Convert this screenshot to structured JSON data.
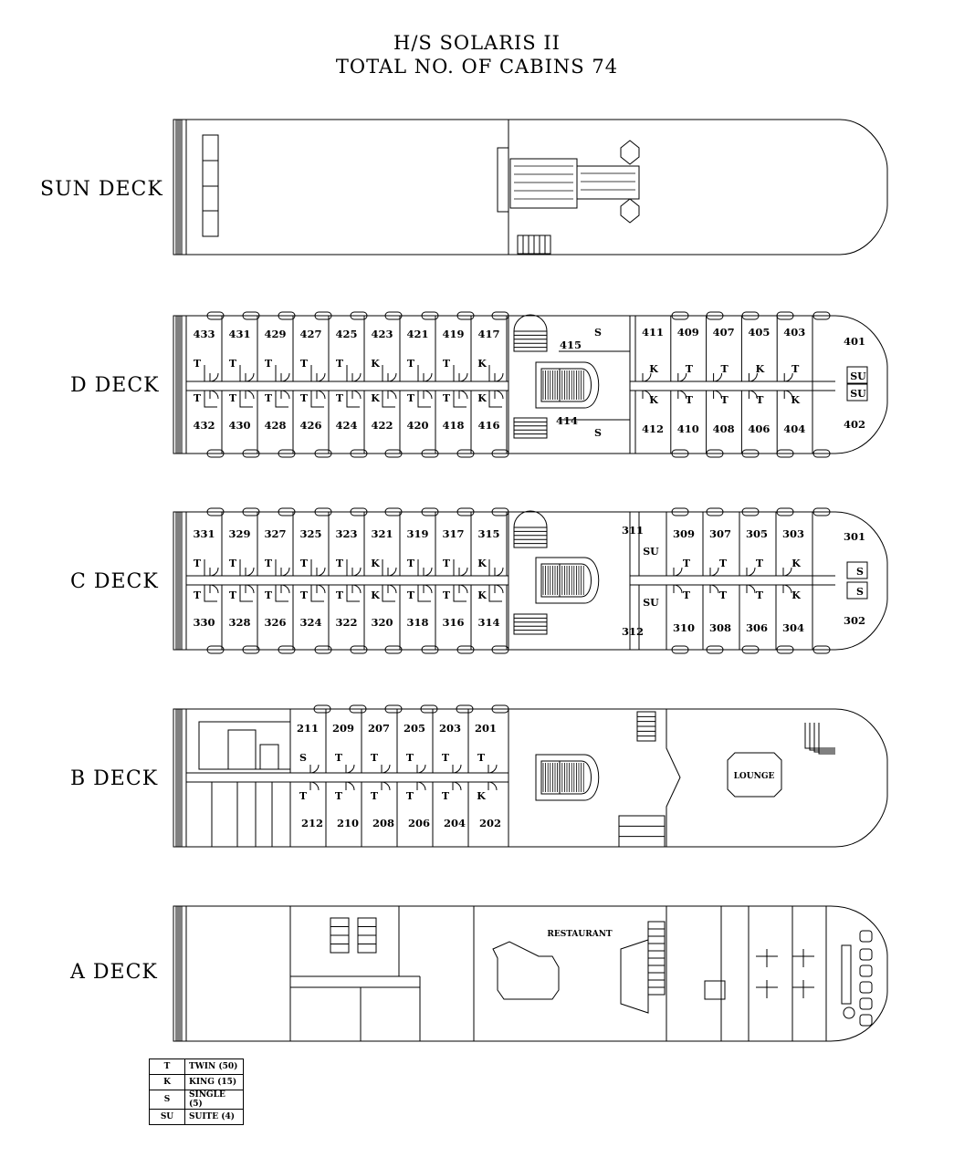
{
  "header": {
    "ship_name": "H/S SOLARIS II",
    "total_cabins": "TOTAL NO. OF CABINS 74"
  },
  "decks": {
    "sun": {
      "label": "SUN DECK"
    },
    "d": {
      "label": "D DECK",
      "top_cabins": [
        {
          "no": "433",
          "type": "T"
        },
        {
          "no": "431",
          "type": "T"
        },
        {
          "no": "429",
          "type": "T"
        },
        {
          "no": "427",
          "type": "T"
        },
        {
          "no": "425",
          "type": "T"
        },
        {
          "no": "423",
          "type": "K"
        },
        {
          "no": "421",
          "type": "T"
        },
        {
          "no": "419",
          "type": "T"
        },
        {
          "no": "417",
          "type": "K"
        }
      ],
      "bottom_cabins": [
        {
          "no": "432",
          "type": "T"
        },
        {
          "no": "430",
          "type": "T"
        },
        {
          "no": "428",
          "type": "T"
        },
        {
          "no": "426",
          "type": "T"
        },
        {
          "no": "424",
          "type": "T"
        },
        {
          "no": "422",
          "type": "K"
        },
        {
          "no": "420",
          "type": "T"
        },
        {
          "no": "418",
          "type": "T"
        },
        {
          "no": "416",
          "type": "K"
        }
      ],
      "fwd_top_cabins": [
        {
          "no": "411",
          "type": "K"
        },
        {
          "no": "409",
          "type": "T"
        },
        {
          "no": "407",
          "type": "T"
        },
        {
          "no": "405",
          "type": "K"
        },
        {
          "no": "403",
          "type": "T"
        }
      ],
      "fwd_bottom_cabins": [
        {
          "no": "412",
          "type": "K"
        },
        {
          "no": "410",
          "type": "T"
        },
        {
          "no": "408",
          "type": "T"
        },
        {
          "no": "406",
          "type": "T"
        },
        {
          "no": "404",
          "type": "K"
        }
      ],
      "mid_top": {
        "no": "415",
        "type": "S"
      },
      "mid_bottom": {
        "no": "414",
        "type": "S"
      },
      "bow_top": {
        "no": "401",
        "type": "SU"
      },
      "bow_bottom": {
        "no": "402",
        "type": "SU"
      }
    },
    "c": {
      "label": "C DECK",
      "top_cabins": [
        {
          "no": "331",
          "type": "T"
        },
        {
          "no": "329",
          "type": "T"
        },
        {
          "no": "327",
          "type": "T"
        },
        {
          "no": "325",
          "type": "T"
        },
        {
          "no": "323",
          "type": "T"
        },
        {
          "no": "321",
          "type": "K"
        },
        {
          "no": "319",
          "type": "T"
        },
        {
          "no": "317",
          "type": "T"
        },
        {
          "no": "315",
          "type": "K"
        }
      ],
      "bottom_cabins": [
        {
          "no": "330",
          "type": "T"
        },
        {
          "no": "328",
          "type": "T"
        },
        {
          "no": "326",
          "type": "T"
        },
        {
          "no": "324",
          "type": "T"
        },
        {
          "no": "322",
          "type": "T"
        },
        {
          "no": "320",
          "type": "K"
        },
        {
          "no": "318",
          "type": "T"
        },
        {
          "no": "316",
          "type": "T"
        },
        {
          "no": "314",
          "type": "K"
        }
      ],
      "fwd_top_cabins": [
        {
          "no": "309",
          "type": "T"
        },
        {
          "no": "307",
          "type": "T"
        },
        {
          "no": "305",
          "type": "T"
        },
        {
          "no": "303",
          "type": "K"
        }
      ],
      "fwd_bottom_cabins": [
        {
          "no": "310",
          "type": "T"
        },
        {
          "no": "308",
          "type": "T"
        },
        {
          "no": "306",
          "type": "T"
        },
        {
          "no": "304",
          "type": "K"
        }
      ],
      "mid_top": {
        "no": "311",
        "type": "SU"
      },
      "mid_bottom": {
        "no": "312",
        "type": "SU"
      },
      "bow_top": {
        "no": "301",
        "type": "S"
      },
      "bow_bottom": {
        "no": "302",
        "type": "S"
      }
    },
    "b": {
      "label": "B DECK",
      "top_cabins": [
        {
          "no": "211",
          "type": "S"
        },
        {
          "no": "209",
          "type": "T"
        },
        {
          "no": "207",
          "type": "T"
        },
        {
          "no": "205",
          "type": "T"
        },
        {
          "no": "203",
          "type": "T"
        },
        {
          "no": "201",
          "type": "T"
        }
      ],
      "bottom_cabins": [
        {
          "no": "212",
          "type": "T"
        },
        {
          "no": "210",
          "type": "T"
        },
        {
          "no": "208",
          "type": "T"
        },
        {
          "no": "206",
          "type": "T"
        },
        {
          "no": "204",
          "type": "T"
        },
        {
          "no": "202",
          "type": "K"
        }
      ],
      "lounge": "LOUNGE"
    },
    "a": {
      "label": "A DECK",
      "restaurant": "RESTAURANT"
    }
  },
  "legend": [
    {
      "code": "T",
      "desc": "TWIN (50)"
    },
    {
      "code": "K",
      "desc": "KING (15)"
    },
    {
      "code": "S",
      "desc": "SINGLE (5)"
    },
    {
      "code": "SU",
      "desc": "SUITE (4)"
    }
  ]
}
